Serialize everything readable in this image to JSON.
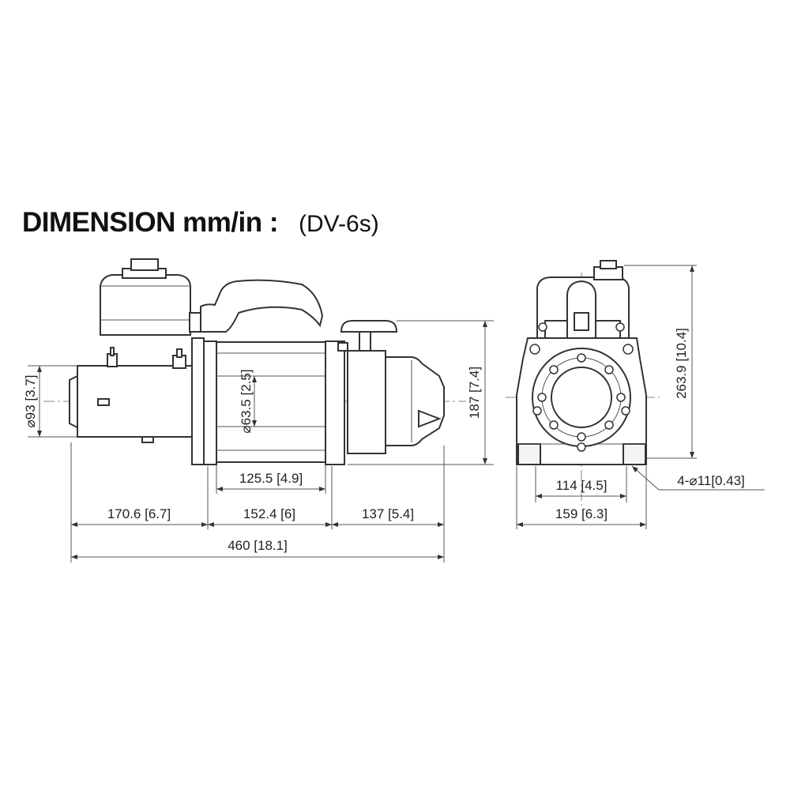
{
  "title": {
    "main": "DIMENSION mm/in :",
    "model": "(DV-6s)"
  },
  "dimensions": {
    "motor_diameter": "⌀93 [3.7]",
    "drum_diameter": "⌀63.5 [2.5]",
    "drum_length": "125.5 [4.9]",
    "motor_length": "170.6 [6.7]",
    "mid_length": "152.4 [6]",
    "gearbox_length": "137 [5.4]",
    "overall_length": "460 [18.1]",
    "side_height": "187 [7.4]",
    "overall_height": "263.9 [10.4]",
    "bolt_spacing": "114 [4.5]",
    "base_width": "159 [6.3]",
    "mount_holes": "4-⌀11[0.43]"
  },
  "colors": {
    "line": "#333333",
    "text": "#222222",
    "background": "#ffffff"
  }
}
